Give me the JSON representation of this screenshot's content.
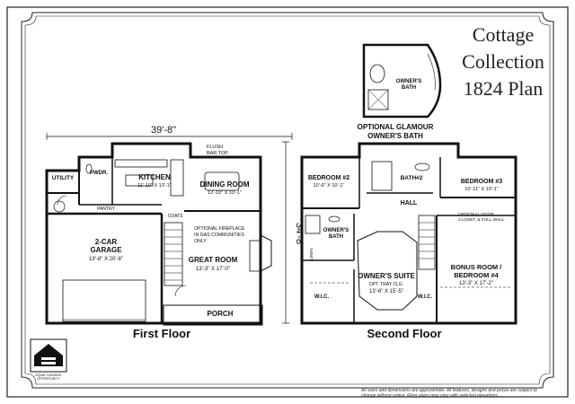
{
  "title": {
    "line1": "Cottage",
    "line2": "Collection",
    "line3": "1824 Plan"
  },
  "dimensions": {
    "width": "39'-8\"",
    "depth": "34'-8\""
  },
  "first_floor": {
    "caption": "First Floor",
    "rooms": {
      "utility": "UTILITY",
      "pwdr": "PWDR.",
      "kitchen": "KITCHEN",
      "kitchen_dim": "11'-10\" X 13'-1\"",
      "flush_bar_top_1": "FLUSH",
      "flush_bar_top_2": "BAR TOP",
      "dining": "DINING ROOM",
      "dining_dim": "12'-10\" X 10'-1\"",
      "pantry": "PANTRY",
      "coats": "COATS",
      "garage_1": "2-CAR",
      "garage_2": "GARAGE",
      "garage_dim": "19'-8\" X 20'-8\"",
      "fireplace_1": "OPTIONAL FIREPLACE",
      "fireplace_2": "IN GAS COMMUNITIES",
      "fireplace_3": "ONLY",
      "great_room": "GREAT ROOM",
      "great_room_dim": "13'-3\" X 17'-0\"",
      "porch": "PORCH"
    }
  },
  "second_floor": {
    "caption": "Second Floor",
    "rooms": {
      "bedroom2": "BEDROOM #2",
      "bedroom2_dim": "10'-6\" X 10'-1\"",
      "bath2": "BATH#2",
      "bedroom3": "BEDROOM #3",
      "bedroom3_dim": "10'-11\" X 10'-1\"",
      "hall": "HALL",
      "owners_bath_1": "OWNER'S",
      "owners_bath_2": "BATH",
      "optional_door_1": "OPTIONAL DOOR,",
      "optional_door_2": "CLOSET, & FULL WALL",
      "linen": "LINEN",
      "owners_suite": "OWNER'S SUITE",
      "trey": "OPT. TRAY CLG.",
      "owners_suite_dim": "13'-6\" X 15'-5\"",
      "wic_left": "W.I.C.",
      "wic_right": "W.I.C.",
      "bonus_1": "BONUS ROOM /",
      "bonus_2": "BEDROOM #4",
      "bonus_dim": "13'-3\" X 17'-2\""
    }
  },
  "optional_bath": {
    "label_1": "OPTIONAL GLAMOUR",
    "label_2": "OWNER'S BATH",
    "inset_1": "OWNER'S",
    "inset_2": "BATH"
  },
  "equal_housing": {
    "text_1": "EQUAL HOUSING",
    "text_2": "OPPORTUNITY"
  },
  "disclaimer": "All sizes and dimensions are approximate. All features, designs and prices are subject to change without notice. Floor plans may vary with selected elevations."
}
